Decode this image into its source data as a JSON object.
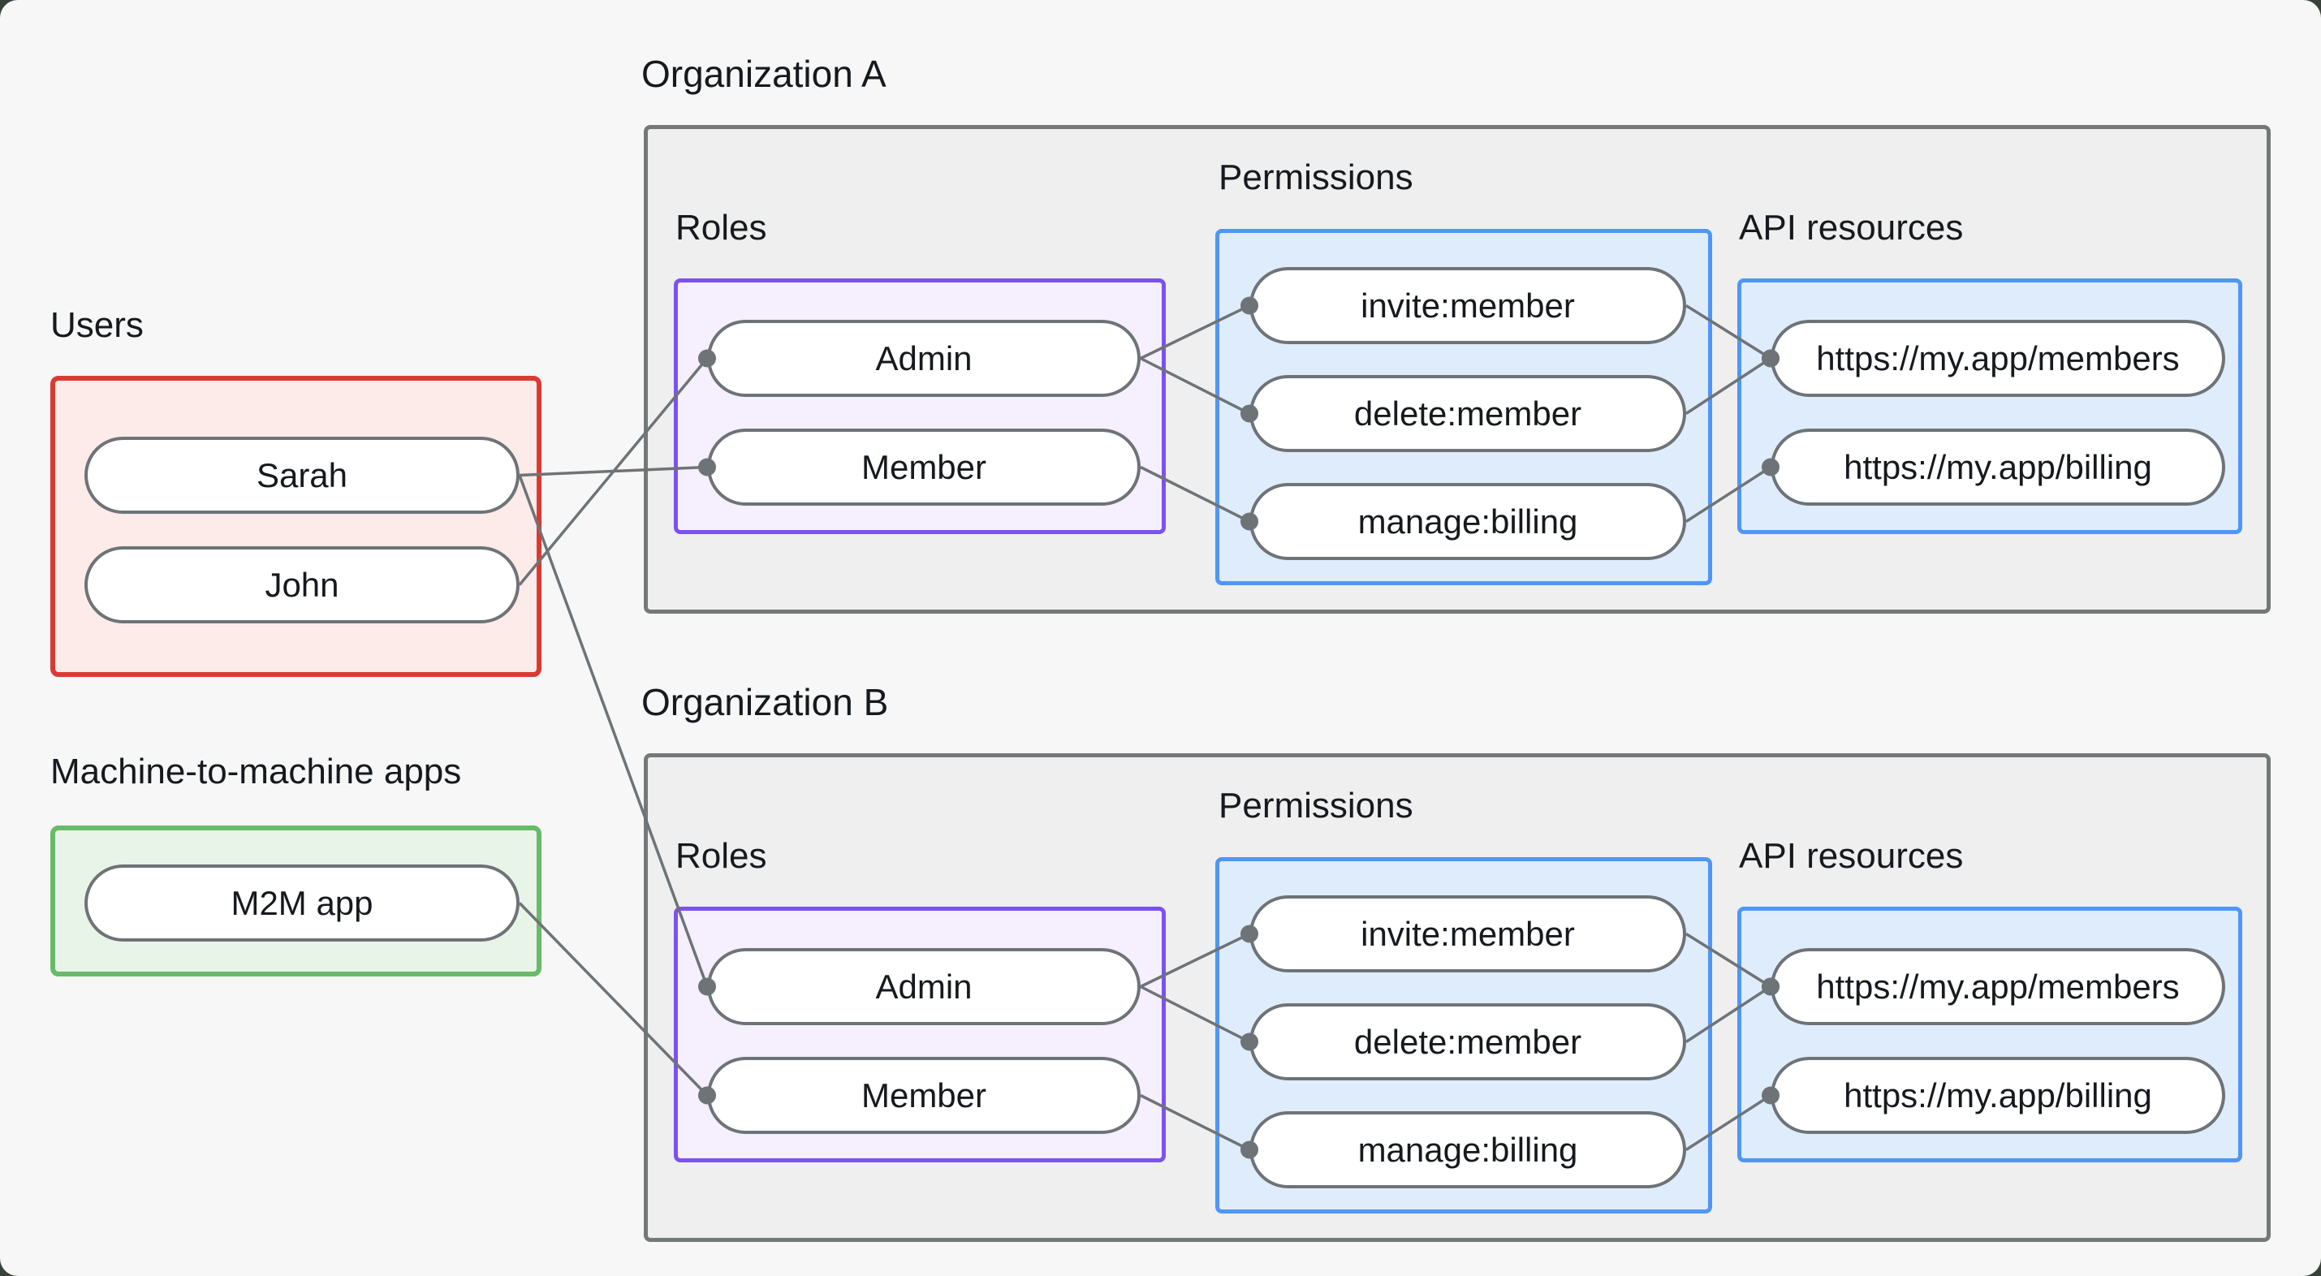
{
  "users": {
    "label": "Users",
    "items": [
      "Sarah",
      "John"
    ]
  },
  "m2m": {
    "label": "Machine-to-machine apps",
    "items": [
      "M2M app"
    ]
  },
  "orgs": [
    {
      "title": "Organization A",
      "roles": {
        "label": "Roles",
        "items": [
          "Admin",
          "Member"
        ]
      },
      "permissions": {
        "label": "Permissions",
        "items": [
          "invite:member",
          "delete:member",
          "manage:billing"
        ]
      },
      "api": {
        "label": "API resources",
        "items": [
          "https://my.app/members",
          "https://my.app/billing"
        ]
      }
    },
    {
      "title": "Organization B",
      "roles": {
        "label": "Roles",
        "items": [
          "Admin",
          "Member"
        ]
      },
      "permissions": {
        "label": "Permissions",
        "items": [
          "invite:member",
          "delete:member",
          "manage:billing"
        ]
      },
      "api": {
        "label": "API resources",
        "items": [
          "https://my.app/members",
          "https://my.app/billing"
        ]
      }
    }
  ],
  "edges": [
    {
      "from": "user-sarah",
      "to": "orgA-role-member"
    },
    {
      "from": "user-john",
      "to": "orgA-role-admin"
    },
    {
      "from": "user-sarah",
      "to": "orgB-role-admin"
    },
    {
      "from": "m2m-app",
      "to": "orgB-role-member"
    },
    {
      "from": "orgA-role-admin",
      "to": "orgA-perm-invite"
    },
    {
      "from": "orgA-role-admin",
      "to": "orgA-perm-delete"
    },
    {
      "from": "orgA-role-member",
      "to": "orgA-perm-manage"
    },
    {
      "from": "orgA-perm-invite",
      "to": "orgA-api-members"
    },
    {
      "from": "orgA-perm-delete",
      "to": "orgA-api-members"
    },
    {
      "from": "orgA-perm-manage",
      "to": "orgA-api-billing"
    },
    {
      "from": "orgB-role-admin",
      "to": "orgB-perm-invite"
    },
    {
      "from": "orgB-role-admin",
      "to": "orgB-perm-delete"
    },
    {
      "from": "orgB-role-member",
      "to": "orgB-perm-manage"
    },
    {
      "from": "orgB-perm-invite",
      "to": "orgB-api-members"
    },
    {
      "from": "orgB-perm-delete",
      "to": "orgB-api-members"
    },
    {
      "from": "orgB-perm-manage",
      "to": "orgB-api-billing"
    }
  ],
  "colors": {
    "page_bg": "#f6f7f6",
    "frame_bg": "#37423b",
    "users_border": "#d93b33",
    "users_fill": "#fcebe8",
    "m2m_border": "#69ba69",
    "m2m_fill": "#e9f4e9",
    "org_border": "#747879",
    "org_fill": "#eeefee",
    "roles_border": "#7b52f1",
    "roles_fill": "#f5effe",
    "permissions_border": "#4f96f7",
    "permissions_fill": "#dfecfc",
    "pill_border": "#6e7377",
    "pill_fill": "#ffffff",
    "connector": "#6e7377",
    "text": "#16191d"
  }
}
